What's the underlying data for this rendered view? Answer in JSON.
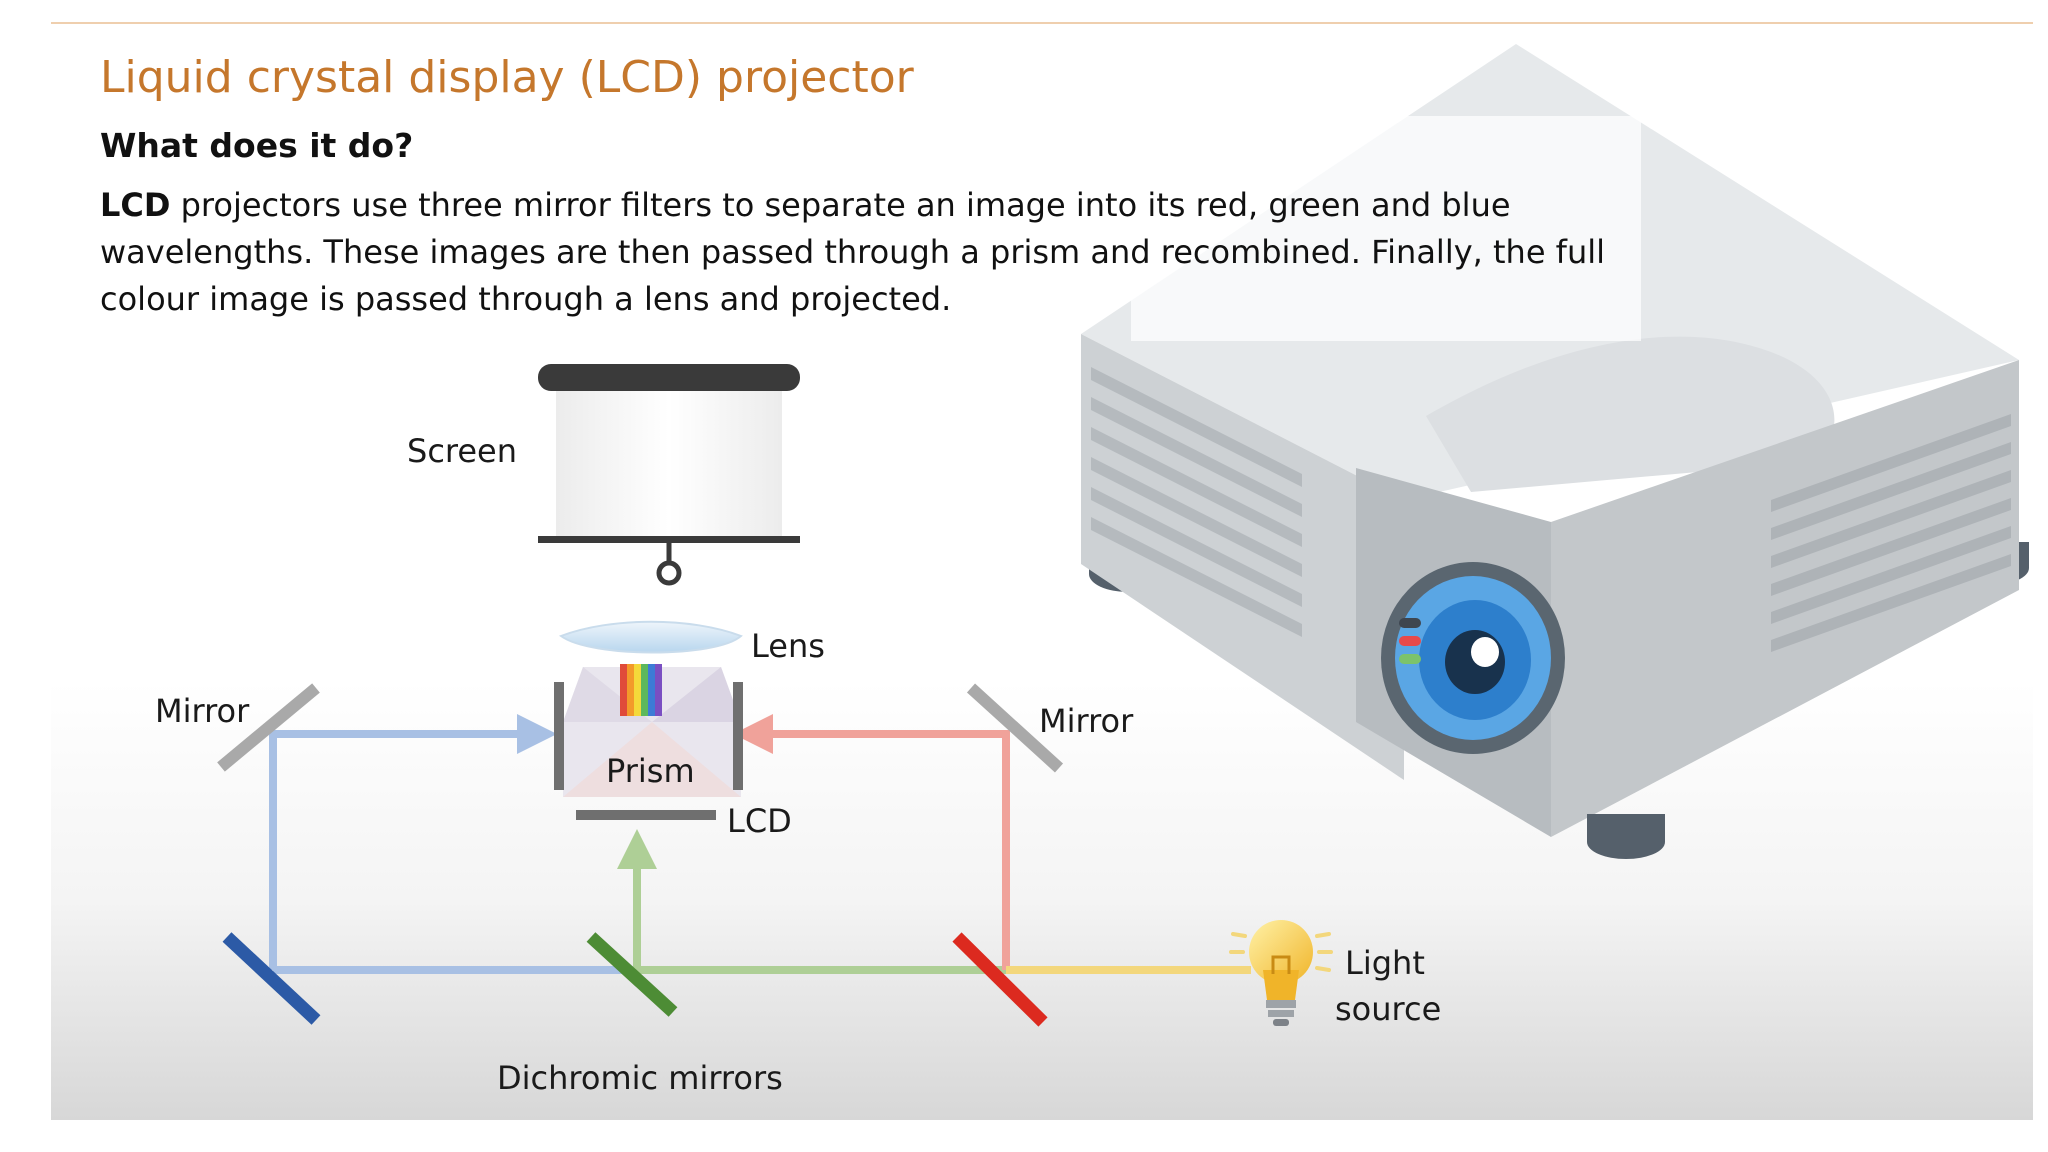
{
  "title": "Liquid crystal display (LCD) projector",
  "subheading": "What does it do?",
  "description": {
    "lead_bold": "LCD",
    "line1_rest": " projectors use three mirror filters to separate an image into its red, green and blue",
    "line2": "wavelengths. These images are then passed through a prism and recombined. Finally, the full",
    "line3": "colour image is passed through a lens and projected."
  },
  "labels": {
    "screen": "Screen",
    "lens": "Lens",
    "mirror_left": "Mirror",
    "mirror_right": "Mirror",
    "prism": "Prism",
    "lcd": "LCD",
    "light_source_1": "Light",
    "light_source_2": "source",
    "dichromic_mirrors": "Dichromic mirrors"
  },
  "colors": {
    "title": "#c5772c",
    "blue_beam": "#a8c0e4",
    "red_beam": "#f0a29a",
    "green_beam": "#aecf96",
    "yellow_beam": "#f3d77c",
    "blue_dichroic": "#2c5aa6",
    "green_dichroic": "#4d8c35",
    "red_dichroic": "#dc2a1f",
    "mirror_gray": "#a9a9a9",
    "lcd_gray": "#6f6f6f"
  }
}
